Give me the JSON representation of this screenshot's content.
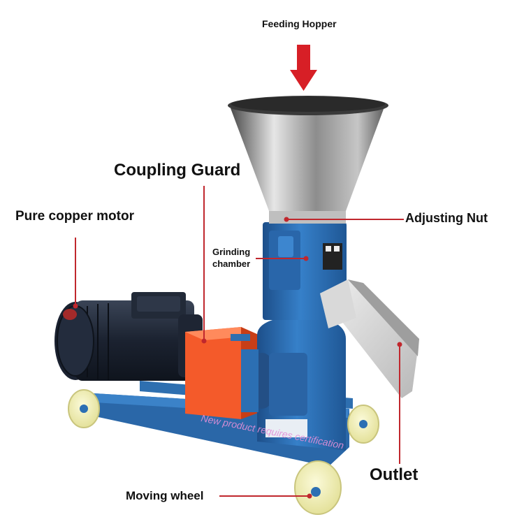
{
  "labels": {
    "feeding_hopper": "Feeding Hopper",
    "coupling_guard": "Coupling Guard",
    "pure_copper_motor": "Pure copper motor",
    "grinding_chamber": "Grinding chamber",
    "adjusting_nut": "Adjusting Nut",
    "outlet": "Outlet",
    "moving_wheel": "Moving wheel"
  },
  "watermark": "New product requires certification",
  "colors": {
    "leader_line": "#c0272d",
    "arrow": "#d71f26",
    "machine_blue": "#2c6fb3",
    "guard_orange": "#f45a2a",
    "motor_dark": "#1c2433",
    "hopper_steel": "#a6a6a6",
    "wheel_yellow": "#f1efb5"
  }
}
